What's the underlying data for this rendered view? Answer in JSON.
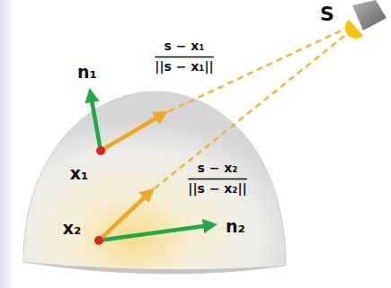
{
  "diagram": {
    "labels": [
      "S",
      "n₁",
      "s − x₁",
      "||s − x₁||",
      "x₁",
      "s − x₂",
      "||s − x₂||",
      "x₂",
      "n₂"
    ]
  }
}
